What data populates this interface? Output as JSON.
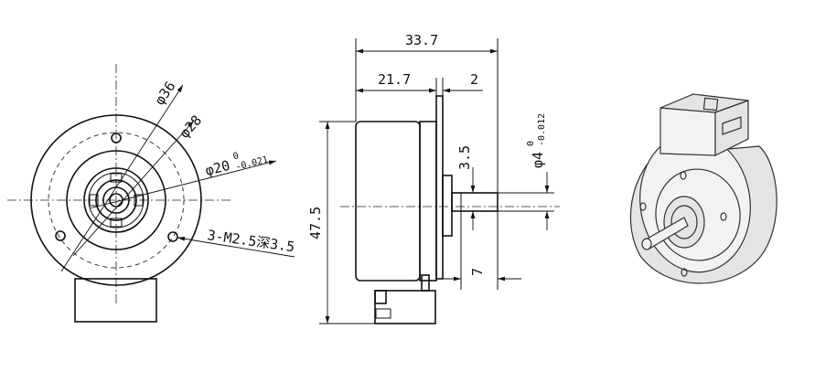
{
  "dimensions": {
    "overall_length": "33.7",
    "body_length": "21.7",
    "flange_thickness": "2",
    "height": "47.5",
    "shaft_length": "7",
    "flat_depth": "3.5",
    "shaft_dia_prefix": "φ",
    "shaft_dia": "4",
    "shaft_dia_upper_tol": "0",
    "shaft_dia_lower_tol": "-0.012",
    "dia_outer_prefix": "φ",
    "dia_outer": "36",
    "dia_bolt_prefix": "φ",
    "dia_bolt": "28",
    "dia_pilot_prefix": "φ",
    "dia_pilot": "20",
    "dia_pilot_upper_tol": "0",
    "dia_pilot_lower_tol": "-0.021",
    "mounting_holes": "3-M2.5深3.5"
  },
  "colors": {
    "line": "#111111",
    "iso_body": "#f2f2f2",
    "iso_shade": "#e4e4e4"
  }
}
